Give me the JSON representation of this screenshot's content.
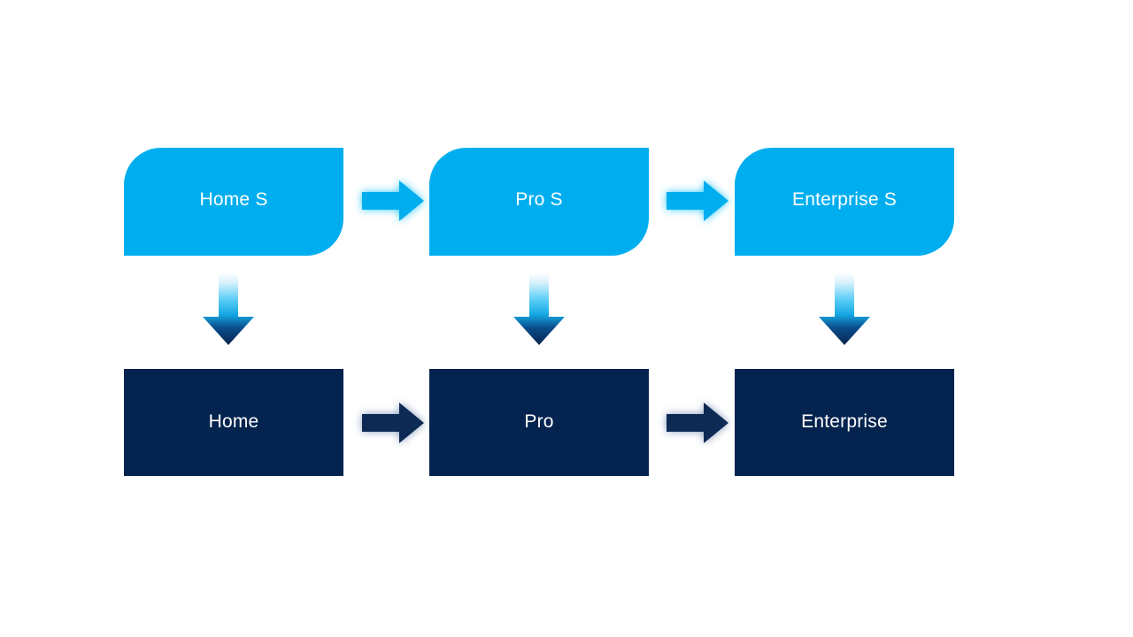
{
  "diagram": {
    "type": "flow",
    "background_color": "#FFFFFF",
    "palette": {
      "top_fill": "#00AEEF",
      "bottom_fill": "#04234F",
      "label_color": "#FFFFFF",
      "vertical_arrow_gradient": [
        "#FFFFFF",
        "#29C2F2",
        "#062A63",
        "#04234F"
      ]
    },
    "rows": [
      {
        "id": "row-top",
        "style": "light-blue-round-diagonal",
        "nodes": [
          {
            "id": "home-s",
            "label": "Home S"
          },
          {
            "id": "pro-s",
            "label": "Pro S"
          },
          {
            "id": "enterprise-s",
            "label": "Enterprise S"
          }
        ]
      },
      {
        "id": "row-bottom",
        "style": "dark-navy-rectangle",
        "nodes": [
          {
            "id": "home",
            "label": "Home"
          },
          {
            "id": "pro",
            "label": "Pro"
          },
          {
            "id": "enterprise",
            "label": "Enterprise"
          }
        ]
      }
    ],
    "connectors": [
      {
        "id": "home-s-to-pro-s",
        "direction": "right",
        "color": "#00AEEF"
      },
      {
        "id": "pro-s-to-enterprise-s",
        "direction": "right",
        "color": "#00AEEF"
      },
      {
        "id": "home-to-pro",
        "direction": "right",
        "color": "#04234F"
      },
      {
        "id": "pro-to-enterprise",
        "direction": "right",
        "color": "#04234F"
      },
      {
        "id": "home-s-to-home",
        "direction": "down",
        "color": "gradient"
      },
      {
        "id": "pro-s-to-pro",
        "direction": "down",
        "color": "gradient"
      },
      {
        "id": "enterprise-s-to-enterprise",
        "direction": "down",
        "color": "gradient"
      }
    ]
  }
}
